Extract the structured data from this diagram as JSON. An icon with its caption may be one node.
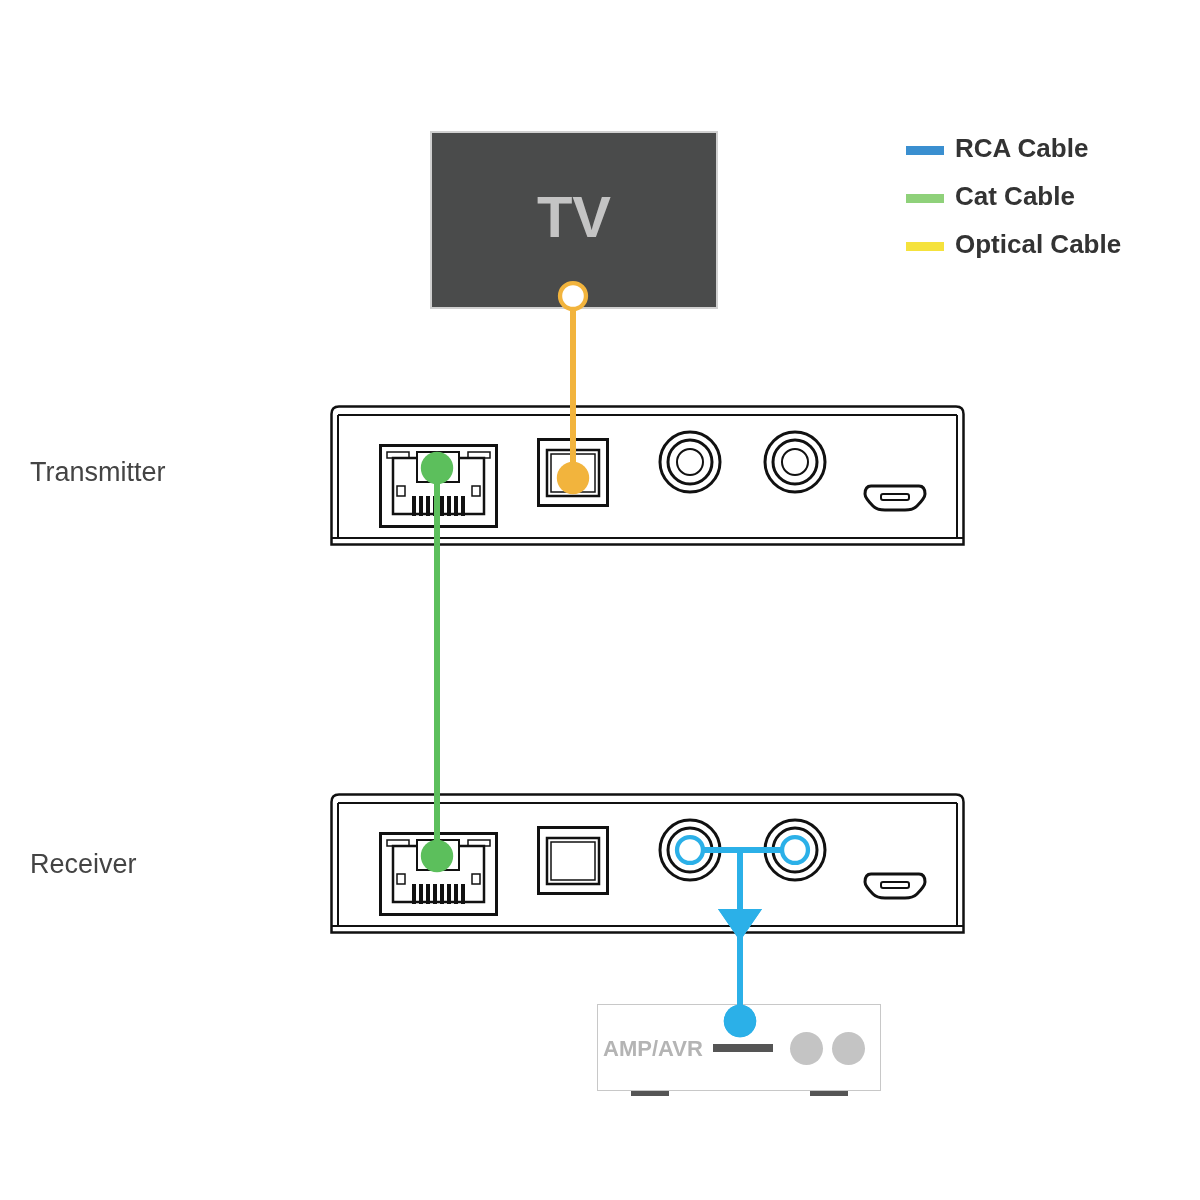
{
  "diagram": {
    "nodes": [
      {
        "text": [
          "TV"
        ]
      },
      {
        "text": [],
        "shape": "box"
      },
      {
        "text": [],
        "shape": "box",
        "in": 1
      },
      {
        "text": [],
        "shape": "box",
        "in": 1
      },
      {
        "text": [],
        "shape": "box"
      },
      {
        "text": [],
        "shape": "box",
        "in": 4
      },
      {
        "text": [],
        "shape": "circle",
        "in": 4
      },
      {
        "text": [],
        "shape": "circle",
        "in": 4
      },
      {
        "text": [
          "AMP/AVR"
        ]
      }
    ],
    "edges": [
      {
        "from": 0,
        "to": 3,
        "arrow": "other",
        "color": "#f2b43d"
      },
      {
        "from": 2,
        "to": 5,
        "arrow": "other",
        "color": "#5cbf5c"
      },
      {
        "from": 6,
        "to": 8,
        "arrow": "to",
        "color": "#2bb0e8"
      },
      {
        "from": 7,
        "to": 8,
        "arrow": "to",
        "color": "#2bb0e8"
      }
    ],
    "labels": [
      "Transmitter",
      "Receiver"
    ],
    "legend": [
      {
        "text": "RCA Cable",
        "color": "#3a8fd0"
      },
      {
        "text": "Cat Cable",
        "color": "#8fd17a"
      },
      {
        "text": "Optical Cable",
        "color": "#f5e23c"
      }
    ]
  }
}
